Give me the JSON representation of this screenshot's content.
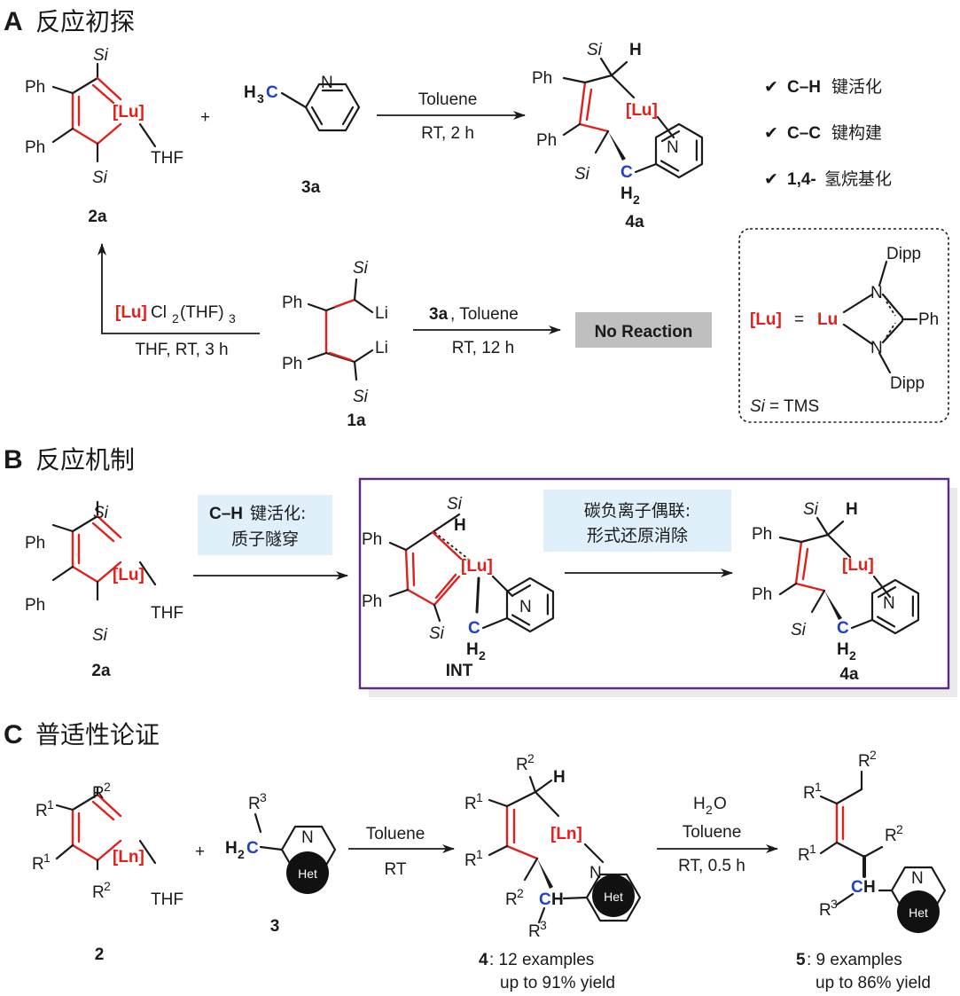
{
  "sections": {
    "A": {
      "letter": "A",
      "title": "反应初探"
    },
    "B": {
      "letter": "B",
      "title": "反应机制"
    },
    "C": {
      "letter": "C",
      "title": "普适性论证"
    }
  },
  "atoms": {
    "Ph": "Ph",
    "Si": "Si",
    "Lu": "[Lu]",
    "Ln": "[Ln]",
    "THF": "THF",
    "Li": "Li",
    "H": "H",
    "C": "C",
    "N": "N",
    "Het": "Het",
    "plus": "+",
    "H2": "H",
    "sub2": "2",
    "sub3": "3",
    "R": "R",
    "sup1": "1",
    "sup2": "2",
    "sup3": "3",
    "Dipp": "Dipp",
    "Lu_plain": "Lu"
  },
  "labels": {
    "c2a": "2a",
    "c3a": "3a",
    "c4a": "4a",
    "c1a": "1a",
    "cINT": "INT",
    "c2": "2",
    "c3": "3",
    "c4": "4",
    "c5": "5"
  },
  "arrows": {
    "a1_top": "Toluene",
    "a1_bot": "RT, 2 h",
    "a2_top_bold": "3a",
    "a2_top": ", Toluene",
    "a2_bot": "RT, 12 h",
    "a3_top_lu": "[Lu]",
    "a3_top": "Cl",
    "a3_top_sub": "2",
    "a3_top_end": "(THF)",
    "a3_top_sub3": "3",
    "a3_bot": "THF, RT, 3 h",
    "c1_top": "Toluene",
    "c1_bot": "RT",
    "c2_top": "O",
    "c2_mid": "Toluene",
    "c2_bot": "RT, 0.5 h"
  },
  "checks": [
    {
      "mark": "✔",
      "bold": "C–H",
      "text": "键活化"
    },
    {
      "mark": "✔",
      "bold": "C–C",
      "text": "键构建"
    },
    {
      "mark": "✔",
      "bold": "1,4-",
      "text": "氢烷基化"
    }
  ],
  "no_reaction": "No Reaction",
  "legend": {
    "lu_eq": "=",
    "ph": "Ph",
    "si_def": "= TMS"
  },
  "mechanism": {
    "box1_bold": "C–H",
    "box1_l1": "键活化:",
    "box1_l2": "质子隧穿",
    "box2_l1": "碳负离子偶联:",
    "box2_l2": "形式还原消除"
  },
  "scope": {
    "c4_count": ": 12 examples",
    "c4_yield": "up to 91% yield",
    "c5_count": ": 9 examples",
    "c5_yield": "up to 86% yield"
  },
  "colors": {
    "red": "#e0201b",
    "blue": "#1f3fd1",
    "purple": "#5b2a86",
    "noreaction_bg": "#bfbfbf",
    "box_bg": "#dff0fb"
  }
}
